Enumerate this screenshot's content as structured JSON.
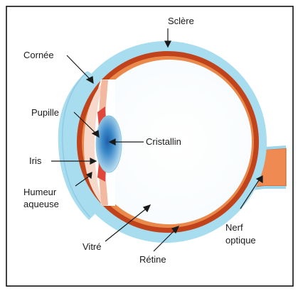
{
  "labels": {
    "sclere": "Sclère",
    "cornee": "Cornée",
    "pupille": "Pupille",
    "cristallin": "Cristallin",
    "iris": "Iris",
    "humeur_line1": "Humeur",
    "humeur_line2": "aqueuse",
    "vitre": "Vitré",
    "retine": "Rétine",
    "nerf_line1": "Nerf",
    "nerf_line2": "optique"
  },
  "colors": {
    "sclera": "#a8dcef",
    "retina_outer": "#c0431b",
    "retina_inner": "#e98a4c",
    "lens_center": "#2a73b6",
    "lens_edge": "#bfe2f2",
    "iris": "#e0473a",
    "nerve": "#ef8b52",
    "arrow": "#1a1a1a"
  }
}
